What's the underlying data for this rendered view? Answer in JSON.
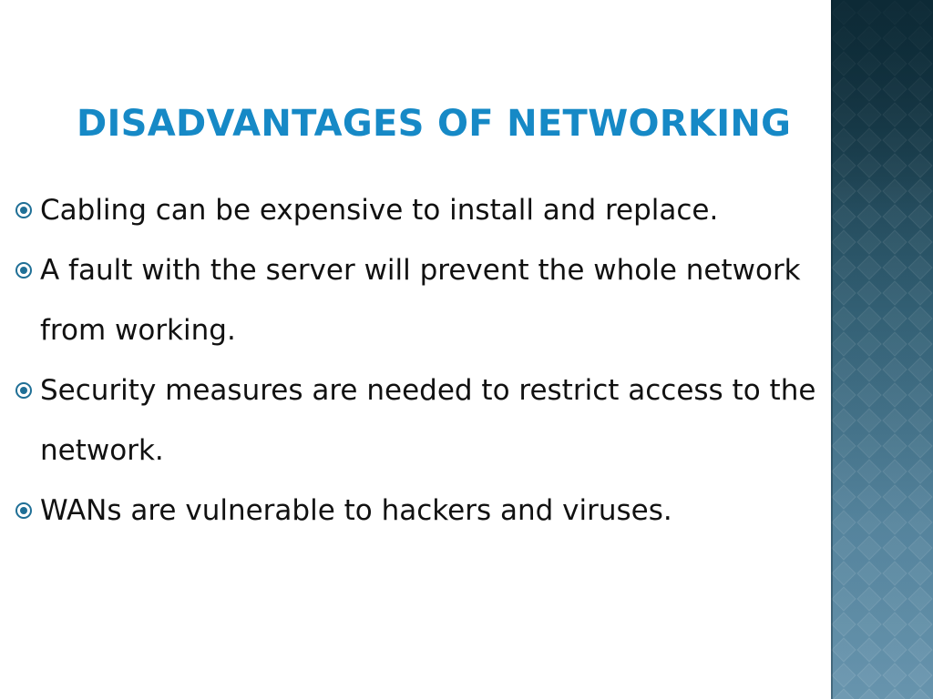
{
  "slide": {
    "title": "DISADVANTAGES OF NETWORKING",
    "bullets": [
      {
        "text": "Cabling can be expensive to install and replace.",
        "icon": "circle-dot-bullet-icon"
      },
      {
        "text": "A fault with the server will prevent the whole network from working.",
        "icon": "circle-dot-bullet-icon"
      },
      {
        "text": "Security measures are needed to restrict access to the network.",
        "icon": "circle-dot-bullet-icon"
      },
      {
        "text": "WANs are vulnerable to hackers and viruses.",
        "icon": "circle-dot-bullet-icon"
      }
    ]
  },
  "colors": {
    "title": "#1689c6",
    "body_text": "#111111",
    "bullet": "#1f6f96",
    "side_panel_top": "#0d2a36",
    "side_panel_bottom": "#6794ad"
  }
}
